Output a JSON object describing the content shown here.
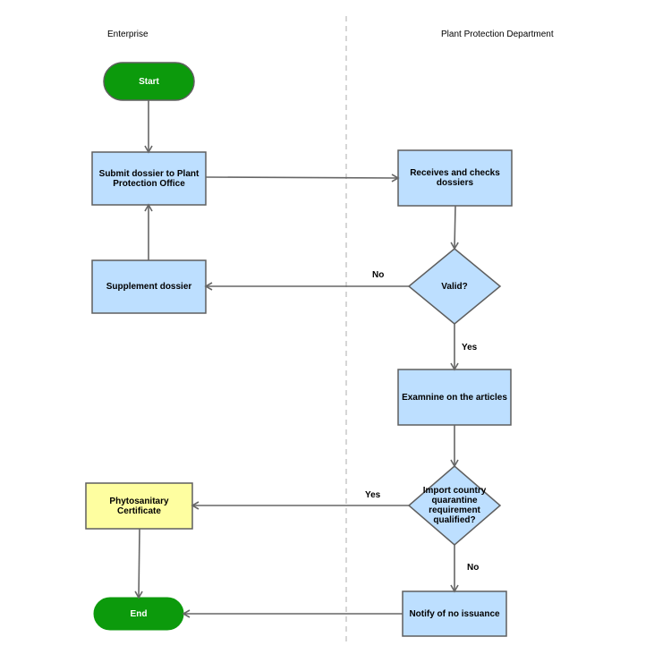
{
  "lanes": {
    "left": "Enterprise",
    "right": "Plant Protection Department"
  },
  "nodes": {
    "start": "Start",
    "submit": "Submit dossier to Plant\nProtection Office",
    "receive": "Receives and checks\ndossiers",
    "supplement": "Supplement dossier",
    "valid": "Valid?",
    "examine": "Examnine on the articles",
    "qualified": "Import country\nquarantine\nrequirement\nqualified?",
    "certificate": "Phytosanitary\nCertificate",
    "notify": "Notify of no issuance",
    "end": "End"
  },
  "edges": {
    "valid_no": "No",
    "valid_yes": "Yes",
    "qualified_yes": "Yes",
    "qualified_no": "No"
  },
  "colors": {
    "terminal": "#0c9a0c",
    "process": "#bddfff",
    "certificate": "#fefea0",
    "border": "#5f5f5f",
    "arrow": "#666666",
    "divider": "#c8c8c8"
  }
}
